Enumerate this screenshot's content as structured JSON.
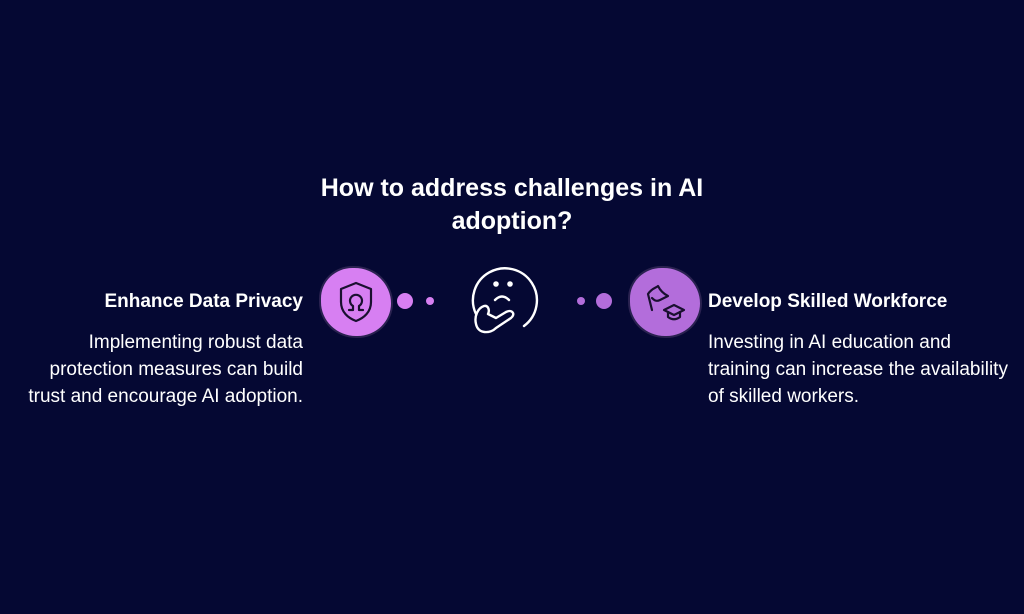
{
  "title": "How to address challenges in AI adoption?",
  "left": {
    "heading": "Enhance Data Privacy",
    "text": "Implementing robust data protection measures can build trust and encourage AI adoption.",
    "icon": "shield-privacy-icon",
    "color": "#d77ff2"
  },
  "right": {
    "heading": "Develop Skilled Workforce",
    "text": "Investing in AI education and training can increase the availability of skilled workers.",
    "icon": "education-icon",
    "color": "#b36ddb"
  },
  "center": {
    "icon": "thinking-face-icon"
  }
}
